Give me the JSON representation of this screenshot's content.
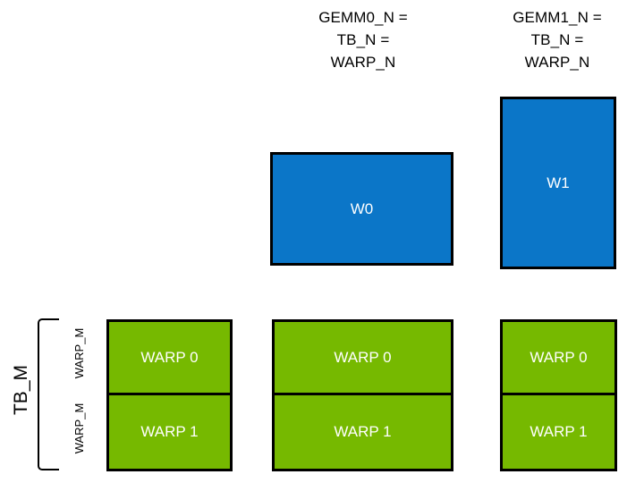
{
  "diagram": {
    "title_text_blocks": {
      "gemm0_header": "GEMM0_N =\nTB_N =\nWARP_N",
      "gemm1_header": "GEMM1_N =\nTB_N =\nWARP_N"
    },
    "colors": {
      "blue_tile": "#0B76C8",
      "green_tile": "#76B900",
      "outline": "#000000",
      "tile_label": "#ffffff",
      "background": "#ffffff"
    },
    "blue_tiles": [
      {
        "label": "W0"
      },
      {
        "label": "W1"
      }
    ],
    "green_columns": [
      {
        "cells": [
          {
            "label": "WARP 0"
          },
          {
            "label": "WARP 1"
          }
        ]
      },
      {
        "cells": [
          {
            "label": "WARP 0"
          },
          {
            "label": "WARP 1"
          }
        ]
      },
      {
        "cells": [
          {
            "label": "WARP 0"
          },
          {
            "label": "WARP 1"
          }
        ]
      }
    ],
    "axis_labels": {
      "tb_m": "TB_M",
      "warp_m_top": "WARP_M",
      "warp_m_bottom": "WARP_M"
    }
  }
}
